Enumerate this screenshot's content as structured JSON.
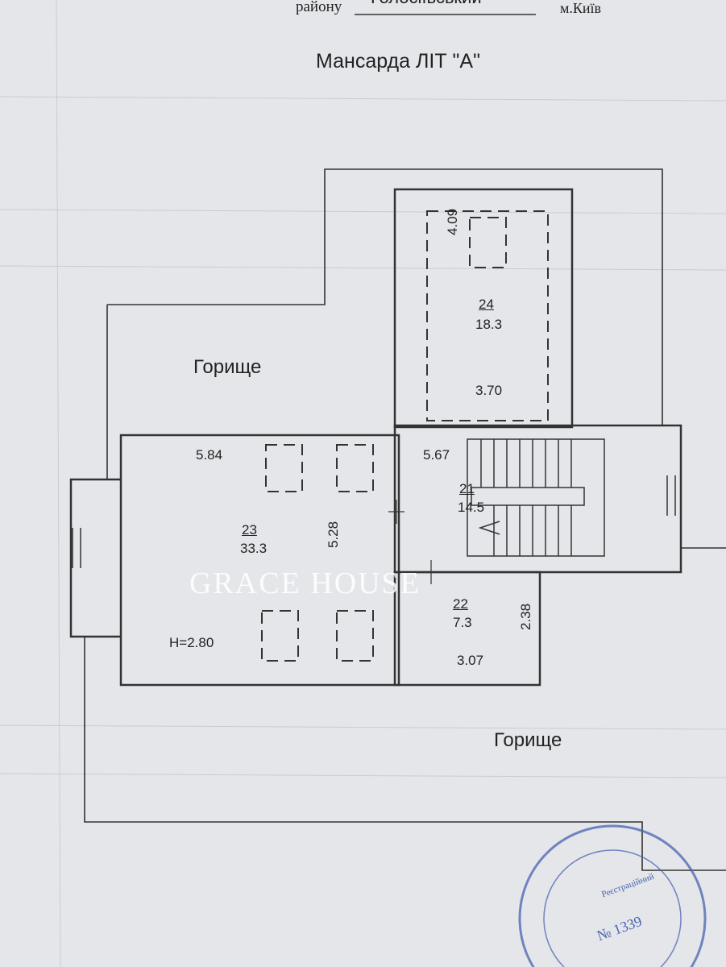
{
  "header": {
    "district_label": "району",
    "district_value": "Голосіївський",
    "city": "м.Київ"
  },
  "title": "Мансарда ЛІТ \"А\"",
  "attic_labels": [
    "Горище",
    "Горище"
  ],
  "rooms": [
    {
      "number": "24",
      "area": "18.3",
      "dims": [
        "4.09",
        "3.70"
      ]
    },
    {
      "number": "23",
      "area": "33.3",
      "dims": [
        "5.84",
        "5.28"
      ],
      "height": "H=2.80"
    },
    {
      "number": "21",
      "area": "14.5",
      "dims": [
        "5.67"
      ]
    },
    {
      "number": "22",
      "area": "7.3",
      "dims": [
        "2.38",
        "3.07"
      ]
    }
  ],
  "watermark": "GRACE HOUSE",
  "stamp": {
    "registration_label": "Реєстраційний",
    "number": "№ 1339"
  },
  "colors": {
    "paper": "#e4e6ea",
    "line": "#333333",
    "stamp": "#4a63b0"
  }
}
